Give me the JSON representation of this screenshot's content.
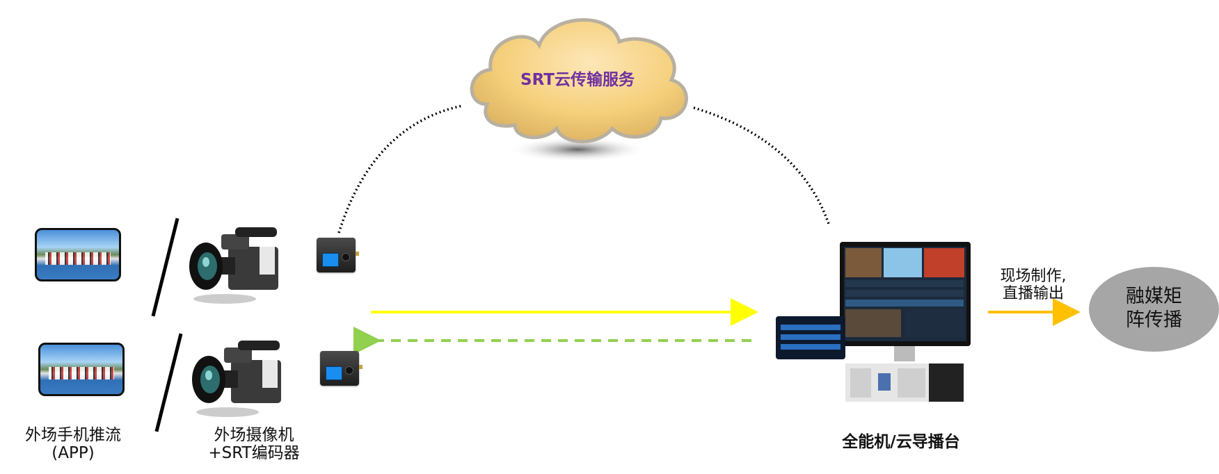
{
  "cloud": {
    "label": "SRT云传输服务",
    "color": "#7030a0",
    "fill": "#f5cf7a"
  },
  "sources": {
    "phone": {
      "label_line1": "外场手机推流",
      "label_line2": "(APP)",
      "icon": "smartphone-icon"
    },
    "camera": {
      "label_line1": "外场摄像机",
      "label_line2": "+SRT编码器",
      "icon": "video-camera-icon",
      "encoder_icon": "srt-encoder-icon"
    }
  },
  "studio": {
    "label": "全能机/云导播台",
    "icon": "broadcast-console-icon"
  },
  "output": {
    "label_line1": "现场制作,",
    "label_line2": "直播输出",
    "arrow_color": "#ffc000"
  },
  "destination": {
    "label_line1": "融媒矩",
    "label_line2": "阵传播",
    "fill": "#a6a6a6"
  },
  "links": {
    "forward_color": "#ffff00",
    "return_color": "#92d050",
    "cloud_link_style": "dotted"
  }
}
